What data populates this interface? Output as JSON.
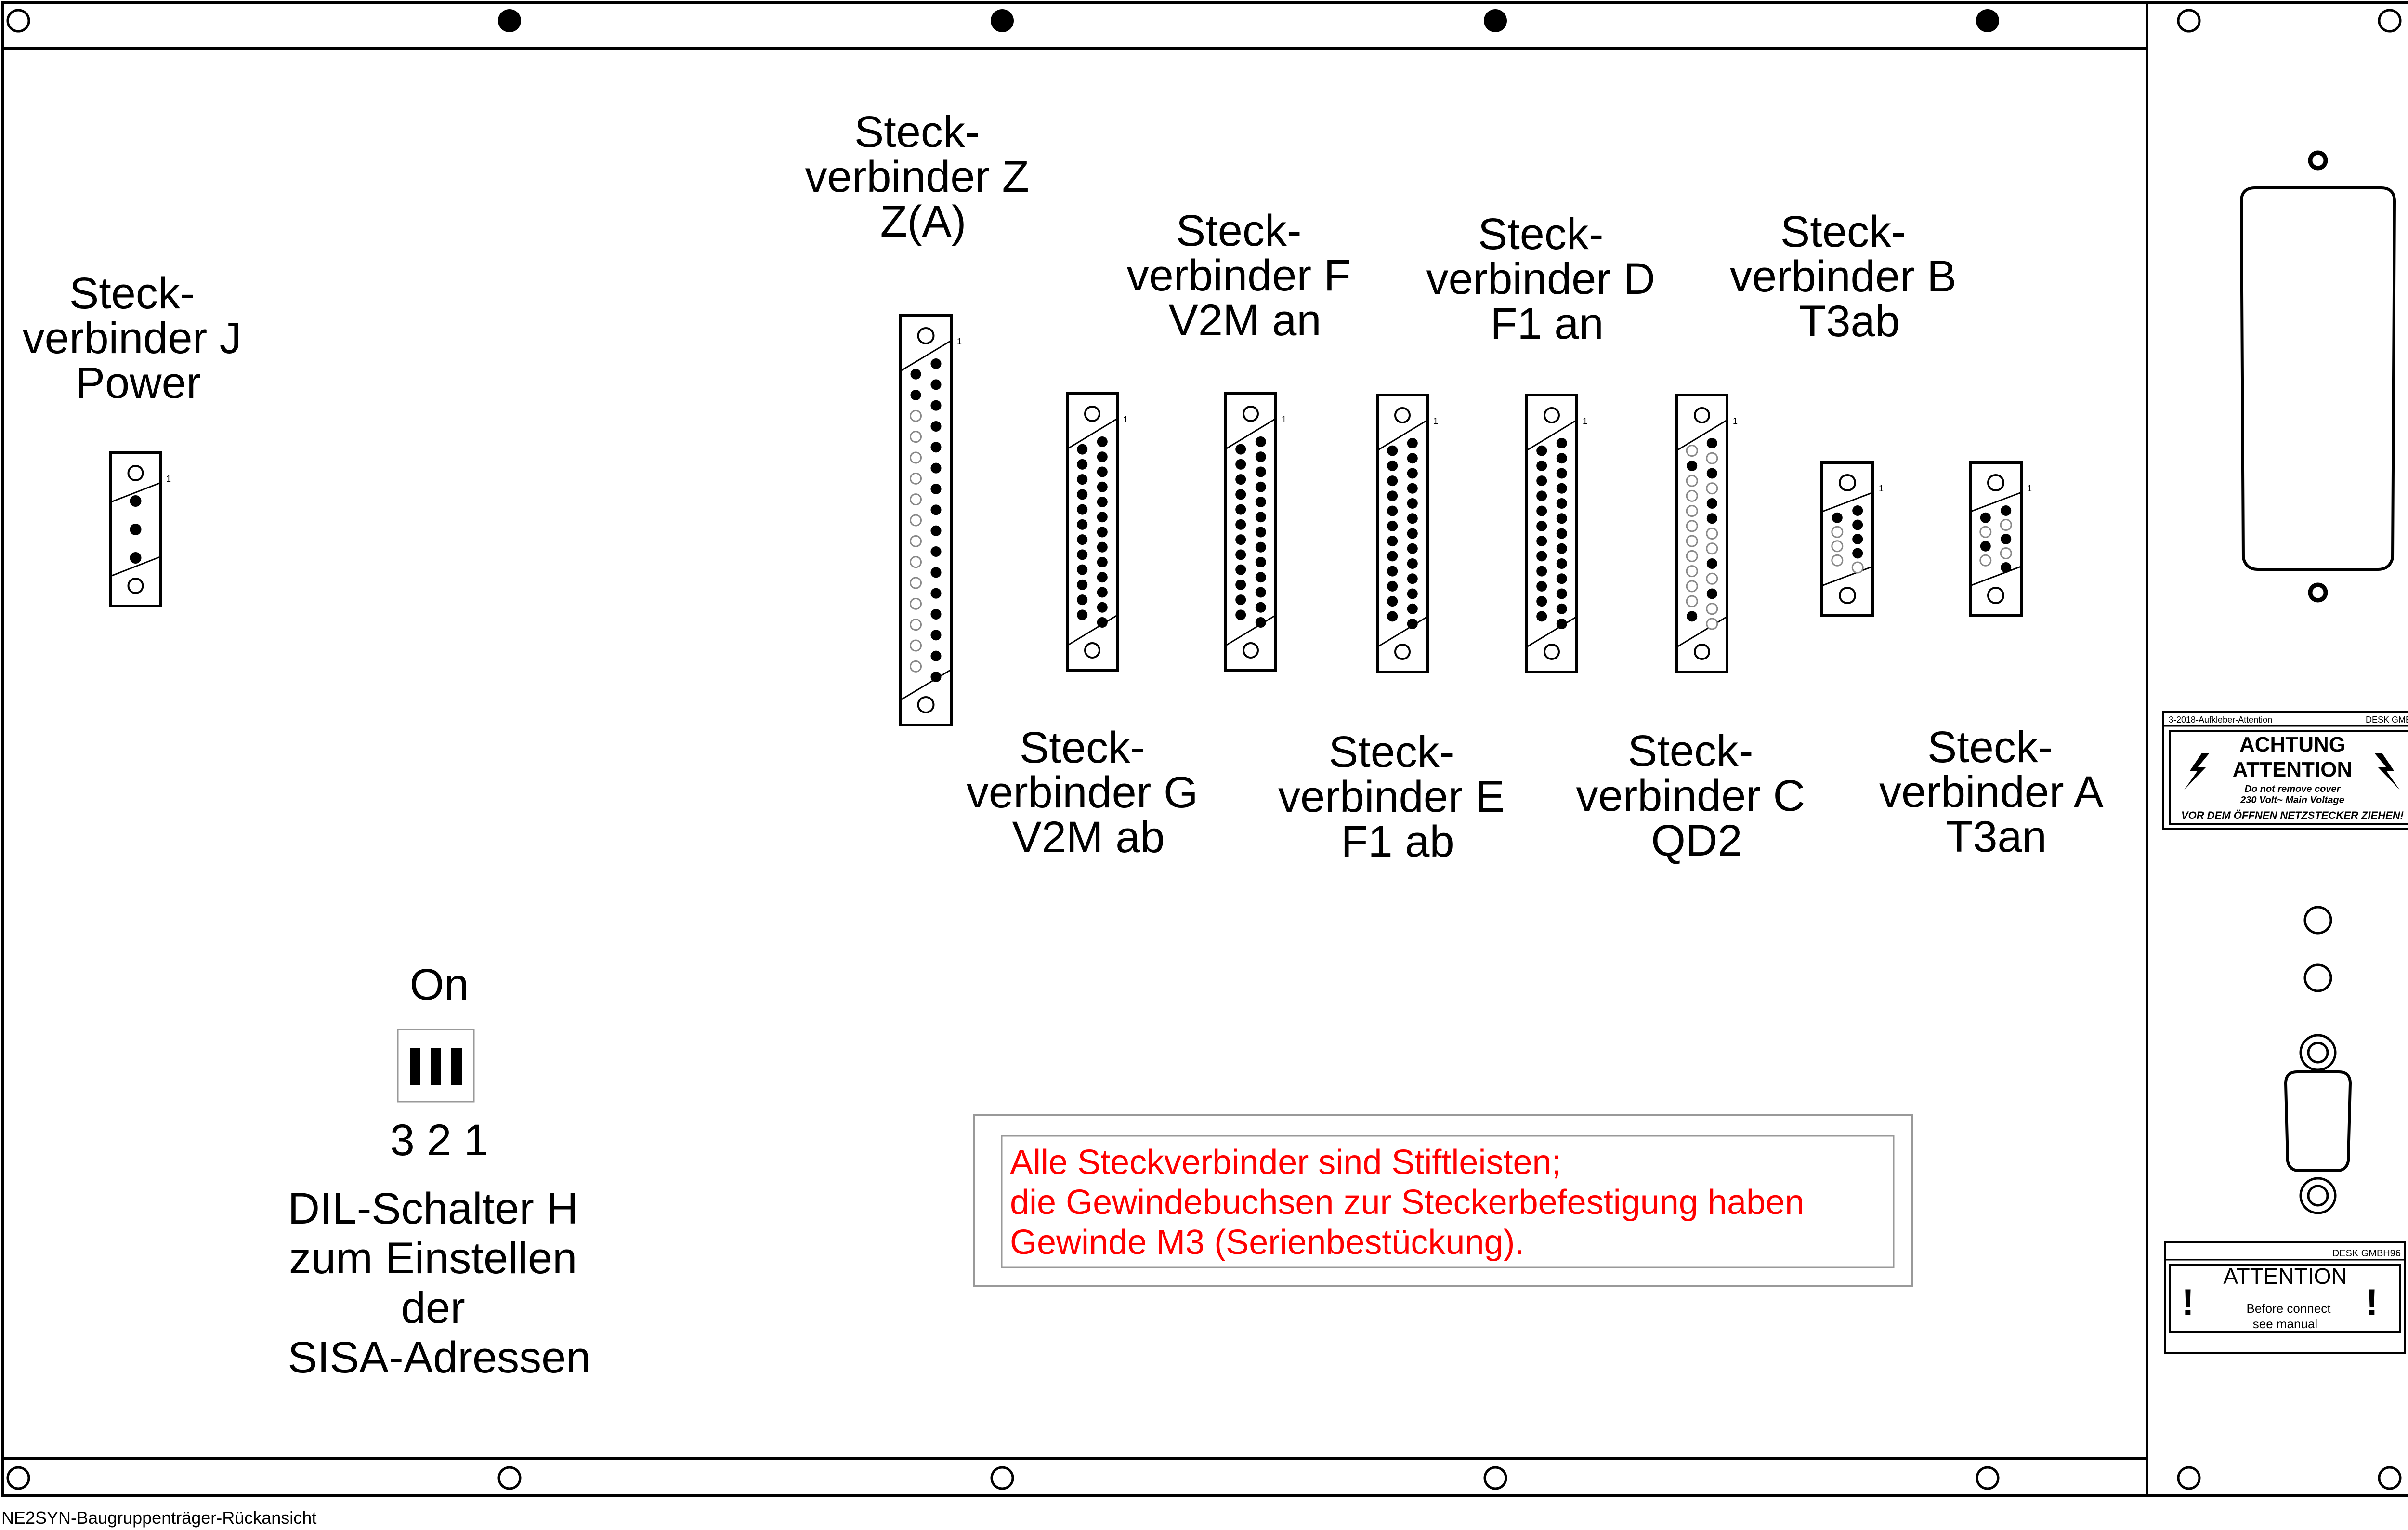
{
  "caption": "NE2SYN-Baugruppenträger-Rückansicht",
  "pin_one_marker": "1",
  "connectors": {
    "J": {
      "lines": [
        "Steck-",
        "verbinder J",
        "Power"
      ],
      "pins": [
        1,
        1,
        1
      ]
    },
    "Z": {
      "lines": [
        "Steck-",
        "verbinder Z",
        "Z(A)"
      ],
      "pins": [
        1,
        1,
        1,
        1,
        1,
        1,
        1,
        1,
        1,
        1,
        1,
        1,
        1,
        1,
        1,
        1,
        1,
        1,
        0,
        0,
        0,
        0,
        0,
        0,
        0,
        0,
        0,
        0,
        0,
        0,
        0,
        0
      ]
    },
    "G": {
      "lines": [
        "Steck-",
        "verbinder G",
        "V2M ab"
      ],
      "pins": [
        1,
        1,
        1,
        1,
        1,
        1,
        1,
        1,
        1,
        1,
        1,
        1,
        1,
        1,
        1,
        1,
        1,
        1,
        1,
        1,
        1,
        1,
        1,
        1,
        1
      ]
    },
    "F": {
      "lines": [
        "Steck-",
        "verbinder F",
        "V2M an"
      ],
      "pins": [
        1,
        1,
        1,
        1,
        1,
        1,
        1,
        1,
        1,
        1,
        1,
        1,
        1,
        1,
        1,
        1,
        1,
        1,
        1,
        1,
        1,
        1,
        1,
        1,
        1
      ]
    },
    "E": {
      "lines": [
        "Steck-",
        "verbinder E",
        "F1 ab"
      ],
      "pins": [
        1,
        1,
        1,
        1,
        1,
        1,
        1,
        1,
        1,
        1,
        1,
        1,
        1,
        1,
        1,
        1,
        1,
        1,
        1,
        1,
        1,
        1,
        1,
        1,
        1
      ]
    },
    "D": {
      "lines": [
        "Steck-",
        "verbinder D",
        "F1 an"
      ],
      "pins": [
        1,
        1,
        1,
        1,
        1,
        1,
        1,
        1,
        1,
        1,
        1,
        1,
        1,
        1,
        1,
        1,
        1,
        1,
        1,
        1,
        1,
        1,
        1,
        1,
        1
      ]
    },
    "C": {
      "lines": [
        "Steck-",
        "verbinder C",
        "QD2"
      ],
      "pins": [
        1,
        0,
        1,
        0,
        1,
        1,
        0,
        0,
        1,
        0,
        1,
        0,
        0,
        0,
        1,
        0,
        0,
        0,
        0,
        0,
        0,
        0,
        0,
        0,
        1
      ]
    },
    "B": {
      "lines": [
        "Steck-",
        "verbinder B",
        "T3ab"
      ],
      "pins": [
        1,
        1,
        1,
        1,
        0,
        1,
        0,
        0,
        0
      ]
    },
    "A": {
      "lines": [
        "Steck-",
        "verbinder A",
        "T3an"
      ],
      "pins": [
        1,
        0,
        1,
        0,
        1,
        1,
        0,
        1,
        0
      ]
    }
  },
  "dip_switch": {
    "on_label": "On",
    "positions": "3 2 1",
    "lines": [
      "DIL-Schalter H",
      "zum Einstellen",
      "der",
      "SISA-Adressen"
    ]
  },
  "notice": {
    "lines": [
      "Alle Steckverbinder sind Stiftleisten;",
      "die Gewindebuchsen zur Steckerbefestigung haben",
      "Gewinde M3 (Serienbestückung)."
    ],
    "color": "#ff0000"
  },
  "warning_sticker": {
    "header_left": "3-2018-Aufkleber-Attention",
    "header_right": "DESK GMBH",
    "title_de": "ACHTUNG",
    "title_en": "ATTENTION",
    "note1": "Do not remove cover",
    "note2": "230 Volt~ Main Voltage",
    "footer": "VOR DEM ÖFFNEN NETZSTECKER ZIEHEN!"
  },
  "manual_sticker": {
    "header": "DESK GMBH96",
    "title": "ATTENTION",
    "line1": "Before connect",
    "line2": "see manual",
    "mark": "!"
  },
  "colors": {
    "line": "#000000",
    "background": "#ffffff",
    "frame_gray": "#999999"
  },
  "icons": [
    "mounting-hole-icon",
    "pin-icon",
    "lightning-icon",
    "exclamation-icon"
  ]
}
